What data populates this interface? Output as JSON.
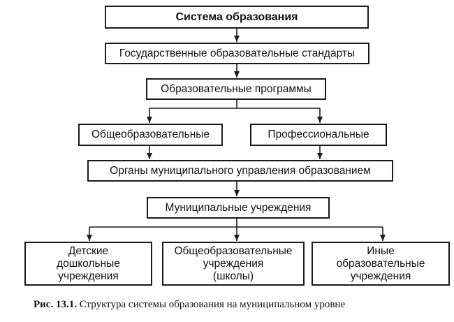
{
  "diagram": {
    "nodes": {
      "root": "Система образования",
      "standards": "Государственные образовательные стандарты",
      "programs": "Образовательные программы",
      "general": "Общеобразовательные",
      "professional": "Профессиональные",
      "municipal_bodies": "Органы муниципального управления образованием",
      "municipal_institutions": "Муниципальные учреждения",
      "preschool": "Детские\nдошкольные\nучреждения",
      "schools": "Общеобразовательные\nучреждения\n(школы)",
      "other": "Иные\nобразовательные\nучреждения"
    },
    "edges": [
      [
        "root",
        "standards"
      ],
      [
        "standards",
        "programs"
      ],
      [
        "programs",
        "general"
      ],
      [
        "programs",
        "professional"
      ],
      [
        "general",
        "municipal_bodies"
      ],
      [
        "professional",
        "municipal_bodies"
      ],
      [
        "municipal_bodies",
        "municipal_institutions"
      ],
      [
        "municipal_institutions",
        "preschool"
      ],
      [
        "municipal_institutions",
        "schools"
      ],
      [
        "municipal_institutions",
        "other"
      ]
    ]
  },
  "caption": {
    "label": "Рис. 13.1.",
    "text": " Структура системы образования на муниципальном уровне"
  },
  "colors": {
    "line": "#1a1a1a",
    "background": "#ffffff"
  }
}
